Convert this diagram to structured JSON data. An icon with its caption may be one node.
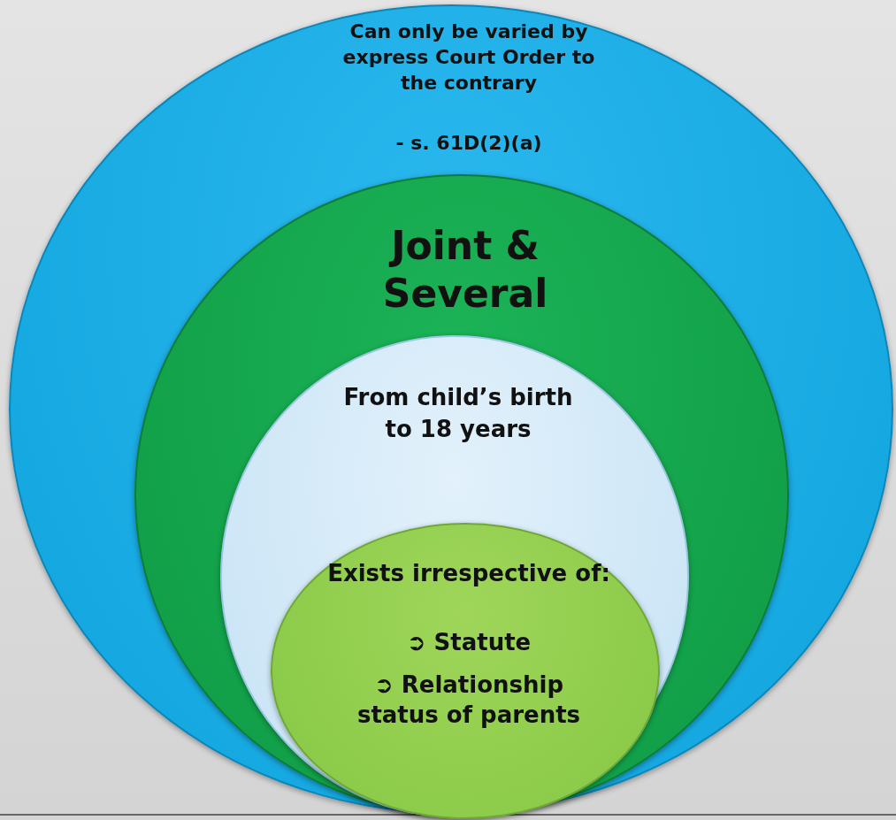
{
  "diagram": {
    "nodes": [
      {
        "text": [
          "Can only be varied by express Court Order to the contrary",
          "- s. 61D(2)(a)"
        ]
      },
      {
        "text": [
          "Joint & Several"
        ],
        "in": 0
      },
      {
        "text": [
          "From child’s birth to 18 years"
        ],
        "in": 1
      },
      {
        "text": [
          "Exists irrespective of:",
          "➲ Statute",
          "➲ Relationship status of parents"
        ],
        "in": 2
      }
    ]
  }
}
